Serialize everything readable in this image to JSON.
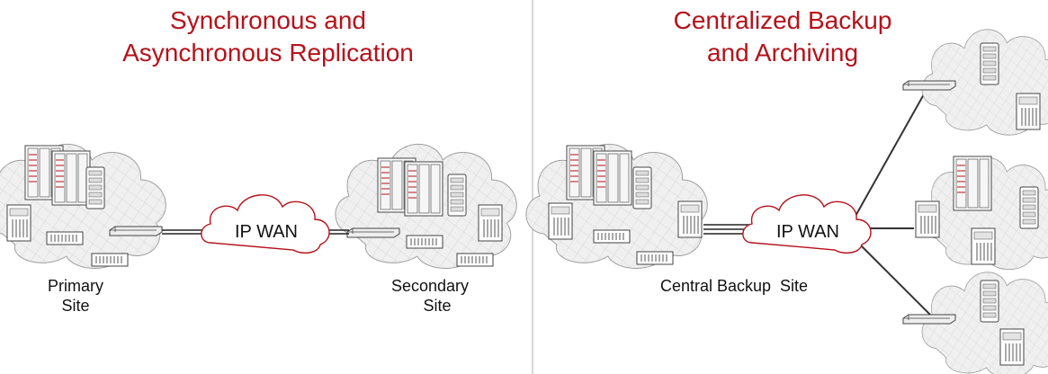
{
  "left_panel": {
    "title_line1": "Synchronous and",
    "title_line2": "Asynchronous Replication",
    "primary_label_line1": "Primary",
    "primary_label_line2": "Site",
    "secondary_label_line1": "Secondary",
    "secondary_label_line2": "Site",
    "wan_label": "IP WAN"
  },
  "right_panel": {
    "title_line1": "Centralized Backup",
    "title_line2": "and Archiving",
    "central_label": "Central Backup  Site",
    "wan_label": "IP WAN"
  },
  "colors": {
    "title": "#b5121b",
    "wan_cloud_outline": "#b5121b",
    "site_cloud_fill": "#f0f0f0",
    "link_line": "#222222",
    "divider": "#cccccc"
  }
}
